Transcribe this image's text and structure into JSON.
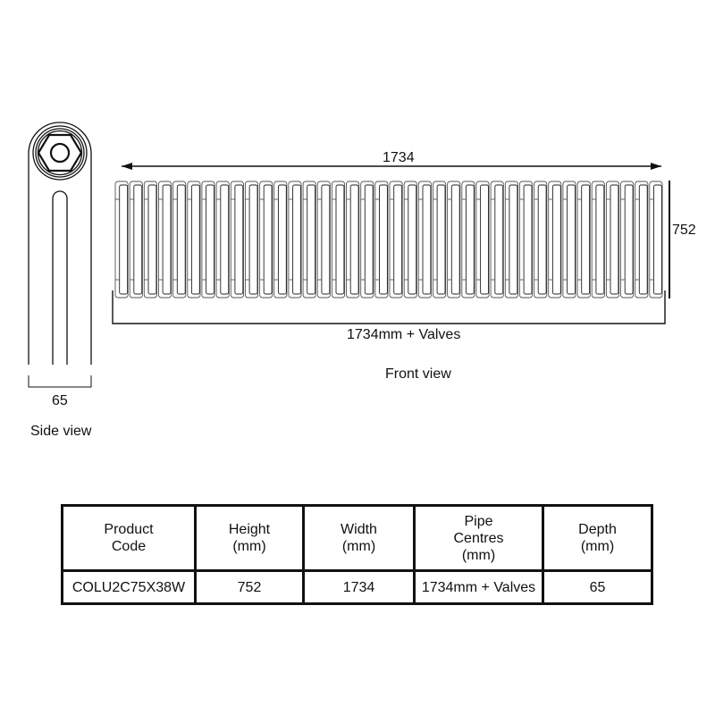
{
  "side_view": {
    "label": "Side view",
    "depth_dimension": "65",
    "icon": "hex-nut-valve-icon"
  },
  "front_view": {
    "label": "Front view",
    "width_dimension": "1734",
    "height_dimension": "752",
    "pipe_centres_dimension": "1734mm + Valves",
    "sections": 38,
    "columns": 2
  },
  "spec_table": {
    "headers": [
      {
        "lines": [
          "Product",
          "Code"
        ]
      },
      {
        "lines": [
          "Height",
          "(mm)"
        ]
      },
      {
        "lines": [
          "Width",
          "(mm)"
        ]
      },
      {
        "lines": [
          "Pipe",
          "Centres",
          "(mm)"
        ]
      },
      {
        "lines": [
          "Depth",
          "(mm)"
        ]
      }
    ],
    "rows": [
      [
        "COLU2C75X38W",
        "752",
        "1734",
        "1734mm + Valves",
        "65"
      ]
    ]
  },
  "colors": {
    "line": "#111111",
    "light_line": "#888888",
    "background": "#ffffff"
  }
}
